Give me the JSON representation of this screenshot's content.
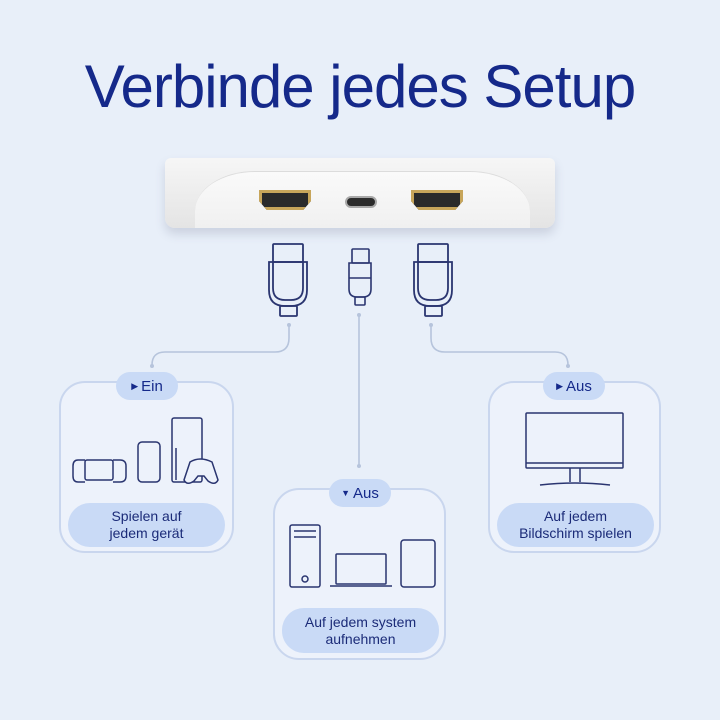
{
  "header": {
    "title": "Verbinde jedes Setup"
  },
  "device": {
    "ports": [
      "HDMI",
      "USB-C",
      "HDMI"
    ],
    "cables": [
      "hdmi-cable-icon",
      "usb-c-cable-icon",
      "hdmi-cable-icon"
    ]
  },
  "cards": [
    {
      "badge": {
        "icon": "triangle-right-icon",
        "glyph": "▶",
        "label": "Ein"
      },
      "icons": [
        "handheld-console-icon",
        "smartphone-icon",
        "console-tower-icon",
        "gamepad-icon"
      ],
      "caption_line1": "Spielen auf",
      "caption_line2": "jedem gerät"
    },
    {
      "badge": {
        "icon": "triangle-down-icon",
        "glyph": "▼",
        "label": "Aus"
      },
      "icons": [
        "pc-tower-icon",
        "laptop-icon",
        "tablet-icon"
      ],
      "caption_line1": "Auf jedem system",
      "caption_line2": "aufnehmen"
    },
    {
      "badge": {
        "icon": "triangle-right-icon",
        "glyph": "▶",
        "label": "Aus"
      },
      "icons": [
        "monitor-icon"
      ],
      "caption_line1": "Auf jedem",
      "caption_line2": "Bildschirm spielen"
    }
  ],
  "colors": {
    "background": "#e8eff9",
    "title": "#15298a",
    "badge": "#c9daf6",
    "line": "#b6c4dc",
    "icon_stroke": "#2a3570"
  }
}
